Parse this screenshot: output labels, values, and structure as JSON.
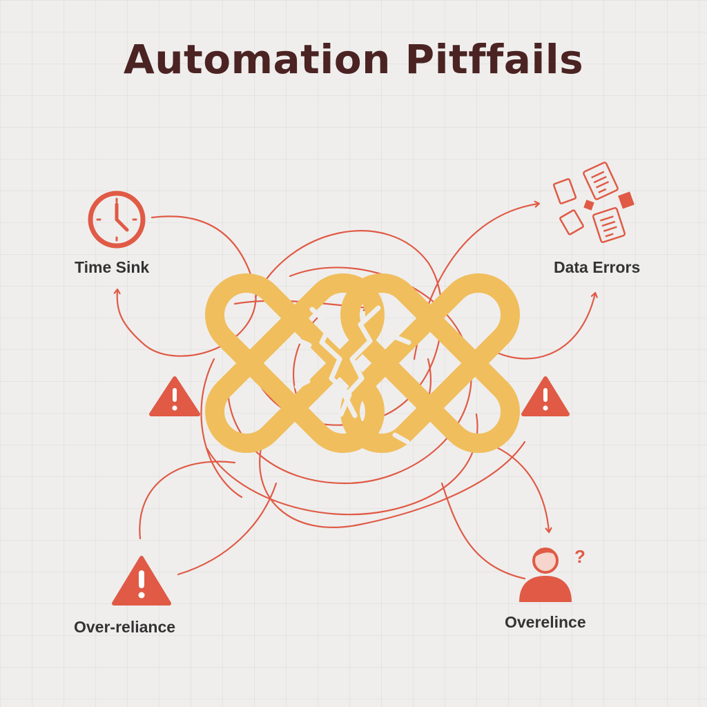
{
  "title": "Automation Pitffails",
  "nodes": {
    "top_left": {
      "label": "Time Sink",
      "icon": "clock-icon"
    },
    "top_right": {
      "label": "Data Errors",
      "icon": "scattered-documents-icon"
    },
    "bottom_left": {
      "label": "Over-reliance",
      "icon": "warning-triangle-icon"
    },
    "bottom_right": {
      "label": "Overelince",
      "icon": "confused-person-icon",
      "badge": "?"
    }
  },
  "center_icon": "broken-chain-links-icon",
  "warning_icons": [
    "warning-triangle-icon",
    "warning-triangle-icon"
  ],
  "colors": {
    "background": "#efeeed",
    "title": "#4a2322",
    "accent": "#e05a45",
    "chain": "#f0be5d",
    "label": "#333333"
  }
}
